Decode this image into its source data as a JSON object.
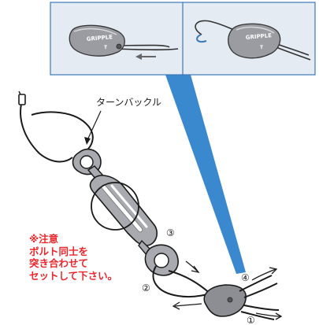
{
  "inset": {
    "left_logo_text": "GRIPPLE",
    "right_logo_text": "GRIPPLE",
    "sub_mark": "T"
  },
  "diagram": {
    "callout_turnbuckle": "ターンバックル",
    "step_marks": [
      "①",
      "②",
      "③",
      "④"
    ]
  },
  "note": {
    "lines": [
      "※注意",
      "ボルト同士を",
      "突き合わせて",
      "セットして下さい。"
    ]
  },
  "colors": {
    "panel_bg": "#e4ebf3",
    "panel_border": "#3a78b6",
    "beam_blue": "#3a89cf",
    "turnbuckle_fill": "#a8aab0",
    "device_fill": "#8c8e94",
    "note_red": "#e8262b"
  }
}
